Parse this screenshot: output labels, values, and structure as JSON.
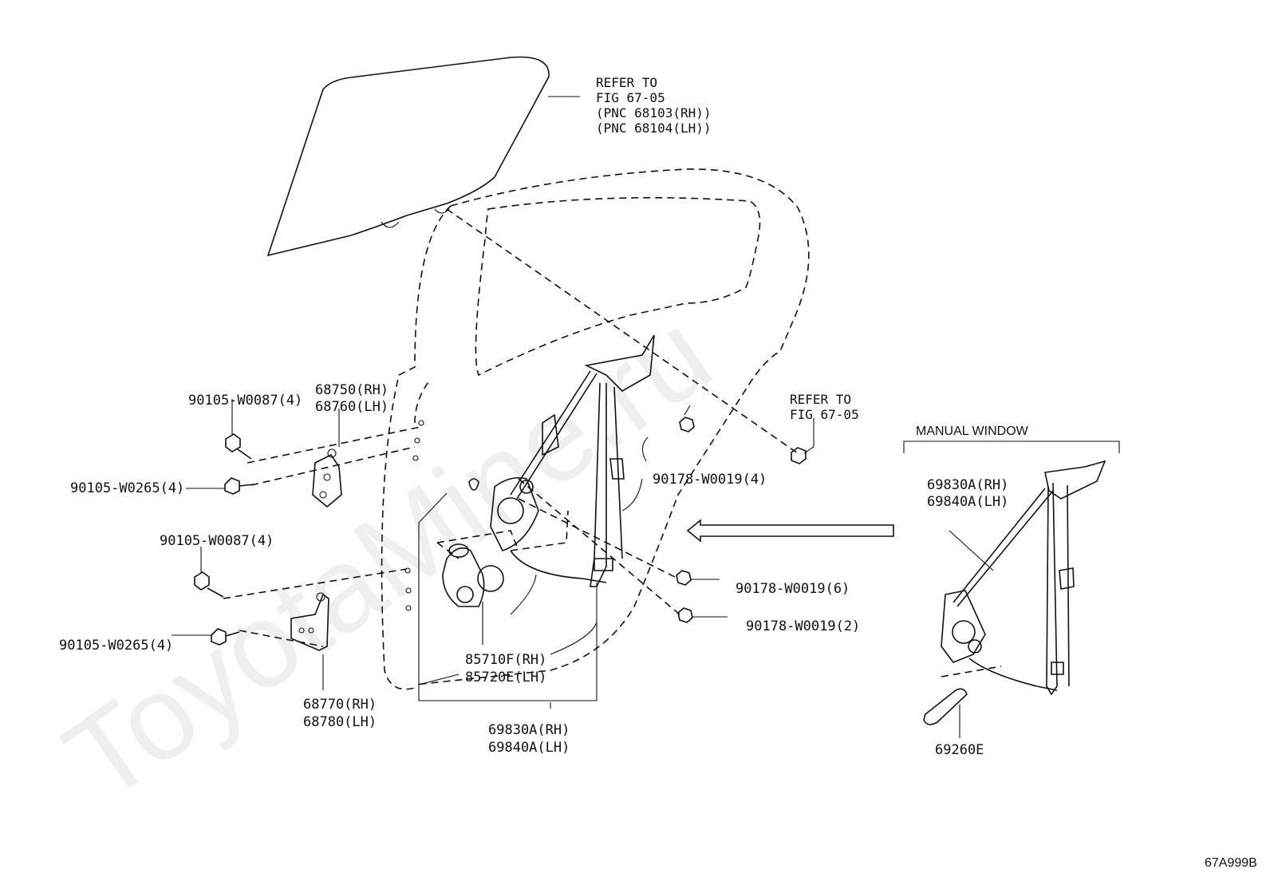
{
  "watermark": "ToyotaMine.ru",
  "figure_code": "67A999B",
  "refer_top": [
    "REFER TO",
    "FIG 67-05",
    "(PNC 68103(RH))",
    "(PNC 68104(LH))"
  ],
  "refer_right": [
    "REFER TO",
    "FIG 67-05"
  ],
  "manual_window": "MANUAL WINDOW",
  "labels": {
    "bolt_0087_a": "90105-W0087(4)",
    "bolt_0265_a": "90105-W0265(4)",
    "bolt_0087_b": "90105-W0087(4)",
    "bolt_0265_b": "90105-W0265(4)",
    "hinge_upper": [
      "68750(RH)",
      "68760(LH)"
    ],
    "hinge_lower": [
      "68770(RH)",
      "68780(LH)"
    ],
    "nut_4": "90178-W0019(4)",
    "nut_6": "90178-W0019(6)",
    "nut_2": "90178-W0019(2)",
    "motor": [
      "85710F(RH)",
      "85720E(LH)"
    ],
    "regulator": [
      "69830A(RH)",
      "69840A(LH)"
    ],
    "regulator_manual": [
      "69830A(RH)",
      "69840A(LH)"
    ],
    "handle": "69260E"
  }
}
